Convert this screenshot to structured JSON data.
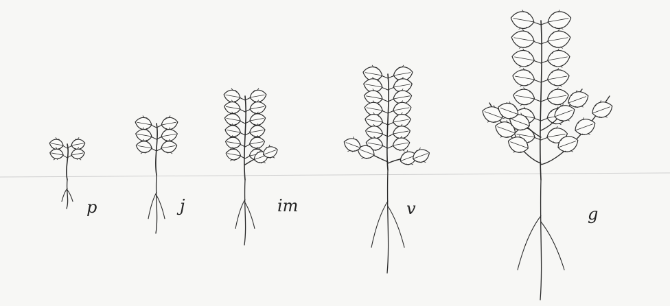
{
  "colors": {
    "ink": "#2a2a2a",
    "paper": "#f7f7f5",
    "ground": "#c9c9c9"
  },
  "stages": [
    {
      "id": "p",
      "label": "p"
    },
    {
      "id": "j",
      "label": "j"
    },
    {
      "id": "im",
      "label": "im"
    },
    {
      "id": "v",
      "label": "v"
    },
    {
      "id": "g",
      "label": "g"
    }
  ]
}
